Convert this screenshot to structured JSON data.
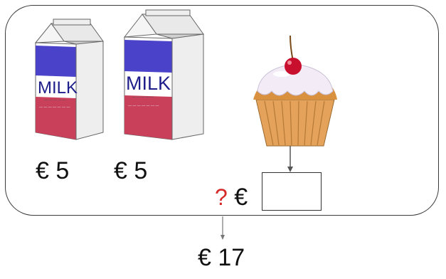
{
  "items": [
    {
      "name": "milk-carton-1",
      "label": "MILK",
      "price": "€ 5"
    },
    {
      "name": "milk-carton-2",
      "label": "MILK",
      "price": "€ 5"
    },
    {
      "name": "cupcake",
      "price_unknown_mark": "?",
      "price_unknown_currency": "€"
    }
  ],
  "total": "€ 17",
  "colors": {
    "carton_blue": "#4a43c9",
    "carton_red": "#c8405a",
    "question_mark": "#d42a2a",
    "frosting": "#f3ecf7",
    "cherry": "#c8102e",
    "cupcake_wrapper": "#e4a25a"
  },
  "icons": [
    "milk-carton-icon",
    "cupcake-icon",
    "arrow-down-icon"
  ]
}
